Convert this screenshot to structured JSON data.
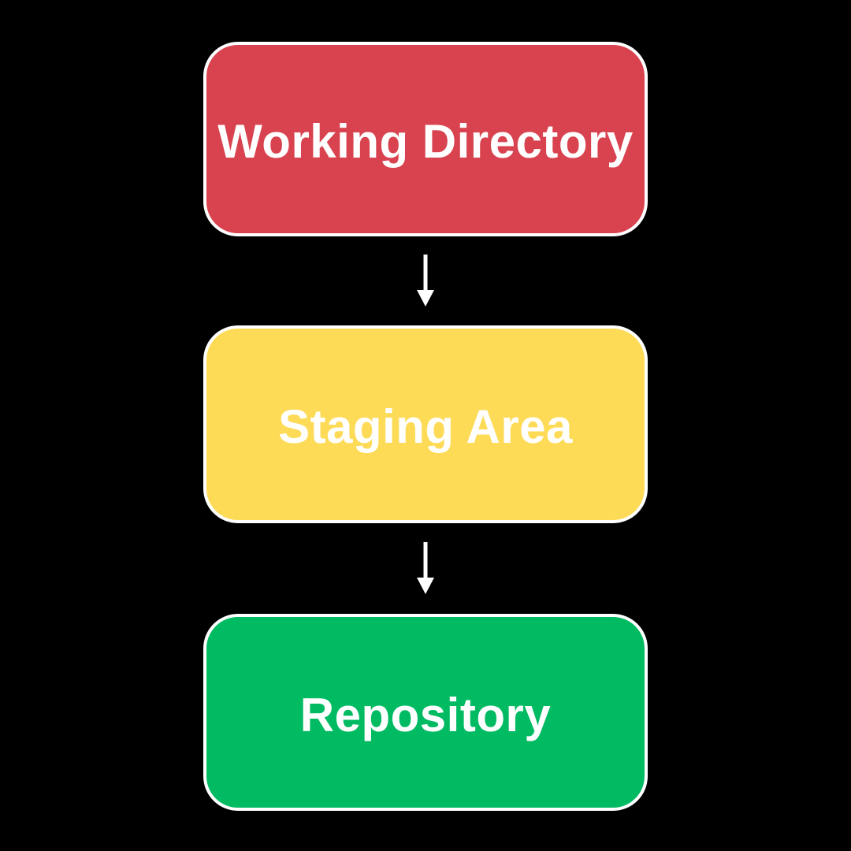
{
  "diagram": {
    "type": "flowchart",
    "background_color": "#000000",
    "border_color": "#ffffff",
    "text_color": "#ffffff",
    "arrow_color": "#ffffff",
    "nodes": [
      {
        "id": "working-directory",
        "label": "Working Directory",
        "color": "#D8434F"
      },
      {
        "id": "staging-area",
        "label": "Staging Area",
        "color": "#FDDB57"
      },
      {
        "id": "repository",
        "label": "Repository",
        "color": "#00BB62"
      }
    ],
    "edges": [
      {
        "from": "working-directory",
        "to": "staging-area",
        "direction": "down"
      },
      {
        "from": "staging-area",
        "to": "repository",
        "direction": "down"
      }
    ]
  }
}
